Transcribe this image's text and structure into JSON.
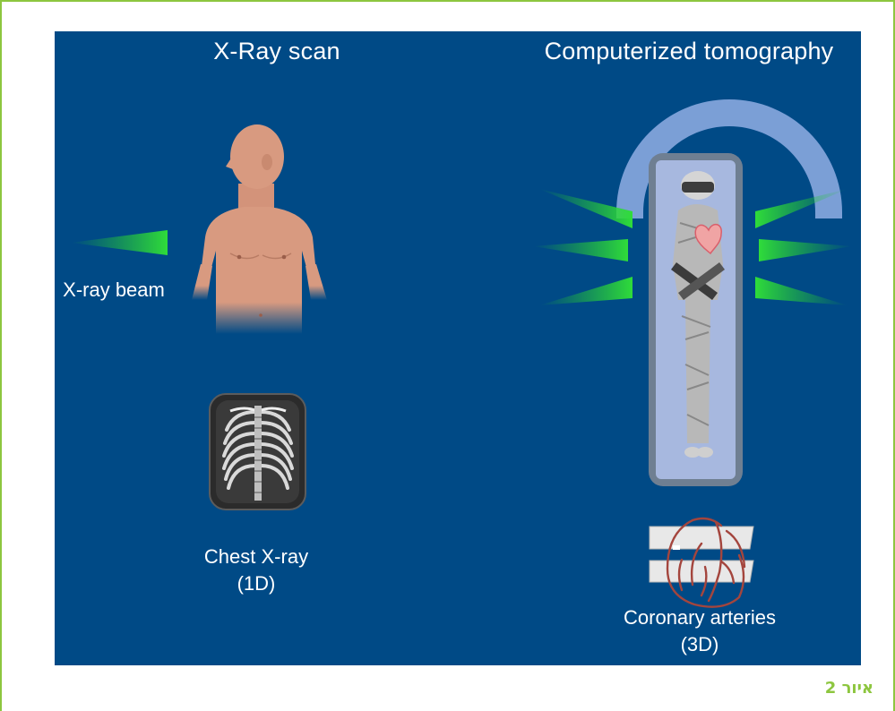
{
  "left_panel": {
    "title": "X-Ray scan",
    "beam_label": "X-ray beam",
    "image_caption_line1": "Chest X-ray",
    "image_caption_line2": "(1D)"
  },
  "right_panel": {
    "title": "Computerized tomography",
    "image_caption_line1": "Coronary arteries",
    "image_caption_line2": "(3D)"
  },
  "figure_caption": "איור 2",
  "colors": {
    "background": "#004a86",
    "frame_border": "#8dc63f",
    "beam": "#22c02e",
    "scanner_arc": "#7b9fd6",
    "skin": "#d89a80",
    "caption_green": "#8dc63f"
  }
}
